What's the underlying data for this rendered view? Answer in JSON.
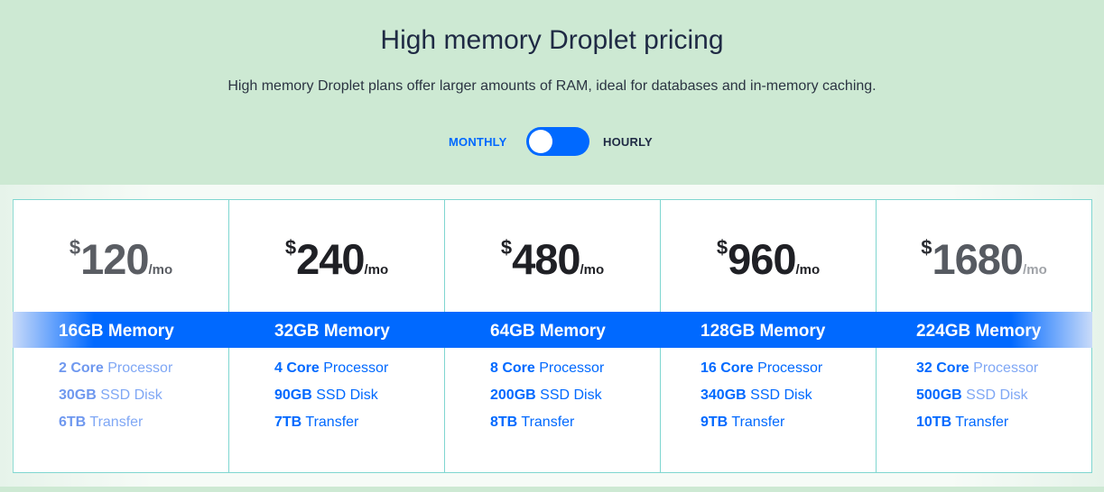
{
  "header": {
    "title": "High memory Droplet pricing",
    "subtitle": "High memory Droplet plans offer larger amounts of RAM, ideal for databases and in-memory caching."
  },
  "billing_toggle": {
    "left_label": "MONTHLY",
    "right_label": "HOURLY",
    "selected": "MONTHLY"
  },
  "plans": [
    {
      "currency": "$",
      "price": "120",
      "per": "/mo",
      "memory": "16GB Memory",
      "cpu_value": "2 Core",
      "cpu_label": "Processor",
      "disk_value": "30GB",
      "disk_label": "SSD Disk",
      "transfer_value": "6TB",
      "transfer_label": "Transfer"
    },
    {
      "currency": "$",
      "price": "240",
      "per": "/mo",
      "memory": "32GB Memory",
      "cpu_value": "4 Core",
      "cpu_label": "Processor",
      "disk_value": "90GB",
      "disk_label": "SSD Disk",
      "transfer_value": "7TB",
      "transfer_label": "Transfer"
    },
    {
      "currency": "$",
      "price": "480",
      "per": "/mo",
      "memory": "64GB Memory",
      "cpu_value": "8 Core",
      "cpu_label": "Processor",
      "disk_value": "200GB",
      "disk_label": "SSD Disk",
      "transfer_value": "8TB",
      "transfer_label": "Transfer"
    },
    {
      "currency": "$",
      "price": "960",
      "per": "/mo",
      "memory": "128GB Memory",
      "cpu_value": "16 Core",
      "cpu_label": "Processor",
      "disk_value": "340GB",
      "disk_label": "SSD Disk",
      "transfer_value": "9TB",
      "transfer_label": "Transfer"
    },
    {
      "currency": "$",
      "price": "1680",
      "per": "/mo",
      "memory": "224GB Memory",
      "cpu_value": "32 Core",
      "cpu_label": "Processor",
      "disk_value": "500GB",
      "disk_label": "SSD Disk",
      "transfer_value": "10TB",
      "transfer_label": "Transfer"
    }
  ],
  "colors": {
    "accent": "#0069ff",
    "background": "#cde9d3",
    "card_border": "#7fd6d0"
  }
}
